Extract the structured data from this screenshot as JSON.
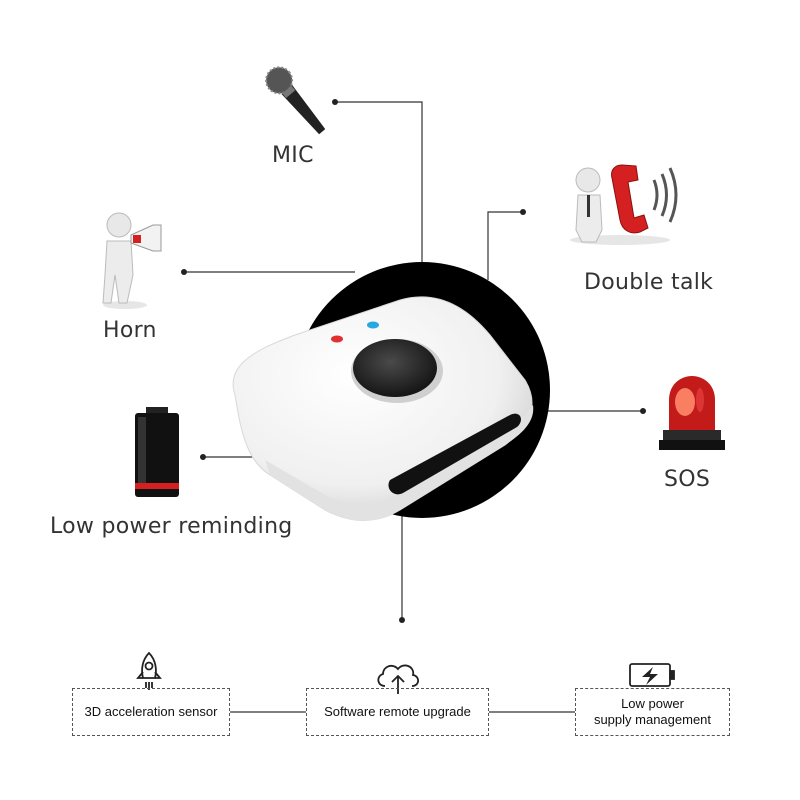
{
  "features_top": {
    "mic": {
      "label": "MIC",
      "icon": "microphone-icon"
    },
    "double_talk": {
      "label": "Double talk",
      "icon": "telephone-icon"
    },
    "horn": {
      "label": "Horn",
      "icon": "megaphone-icon"
    },
    "sos": {
      "label": "SOS",
      "icon": "siren-icon"
    },
    "low_power": {
      "label": "Low power reminding",
      "icon": "battery-icon"
    }
  },
  "features_bottom": [
    {
      "label": "3D acceleration sensor",
      "icon": "rocket-icon"
    },
    {
      "label": "Software remote upgrade",
      "icon": "cloud-upload-icon"
    },
    {
      "label_line1": "Low power",
      "label_line2": "supply management",
      "icon": "battery-charging-icon"
    }
  ],
  "colors": {
    "accent_red": "#d42020",
    "led_blue": "#29a8e0",
    "device_white": "#f4f4f4",
    "backdrop_black": "#000000"
  }
}
